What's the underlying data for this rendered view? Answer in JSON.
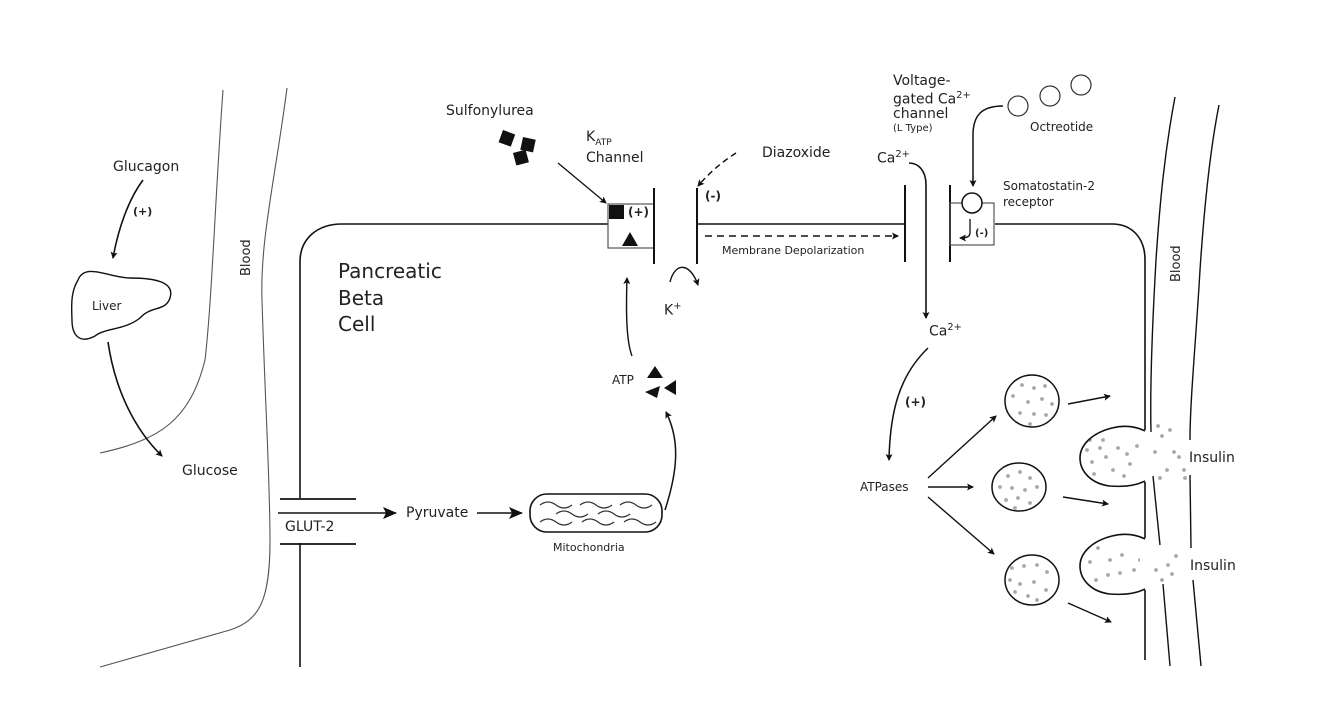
{
  "diagram": {
    "title": "Pancreatic beta cell insulin secretion pathway",
    "cell_label": [
      "Pancreatic",
      "Beta",
      "Cell"
    ],
    "blood_left": "Blood",
    "blood_right": "Blood",
    "glucagon": "Glucagon",
    "glucagon_effect": "(+)",
    "liver": "Liver",
    "glucose": "Glucose",
    "glut2": "GLUT-2",
    "pyruvate": "Pyruvate",
    "mitochondria": "Mitochondria",
    "atp": "ATP",
    "sulfonylurea": "Sulfonylurea",
    "katp_k": "K",
    "katp_sub": "ATP",
    "katp_channel": "Channel",
    "katp_effect": "(+)",
    "diazoxide": "Diazoxide",
    "diazoxide_effect": "(-)",
    "potassium": "K",
    "potassium_sup": "+",
    "depolarization": "Membrane Depolarization",
    "vgcc_line1": "Voltage-",
    "vgcc_line2": "gated Ca",
    "vgcc_sup": "2+",
    "vgcc_line3": "channel",
    "vgcc_line4": "(L Type)",
    "calcium": "Ca",
    "calcium_sup": "2+",
    "calcium_inside": "Ca",
    "calcium_inside_sup": "2+",
    "calcium_effect": "(+)",
    "octreotide": "Octreotide",
    "sst2_line1": "Somatostatin-2",
    "sst2_line2": "receptor",
    "sst2_effect": "(-)",
    "atpases": "ATPases",
    "insulin_1": "Insulin",
    "insulin_2": "Insulin"
  },
  "colors": {
    "stroke": "#111111",
    "thin_stroke": "#555555",
    "granule": "#a8a8a8",
    "text": "#222222"
  }
}
